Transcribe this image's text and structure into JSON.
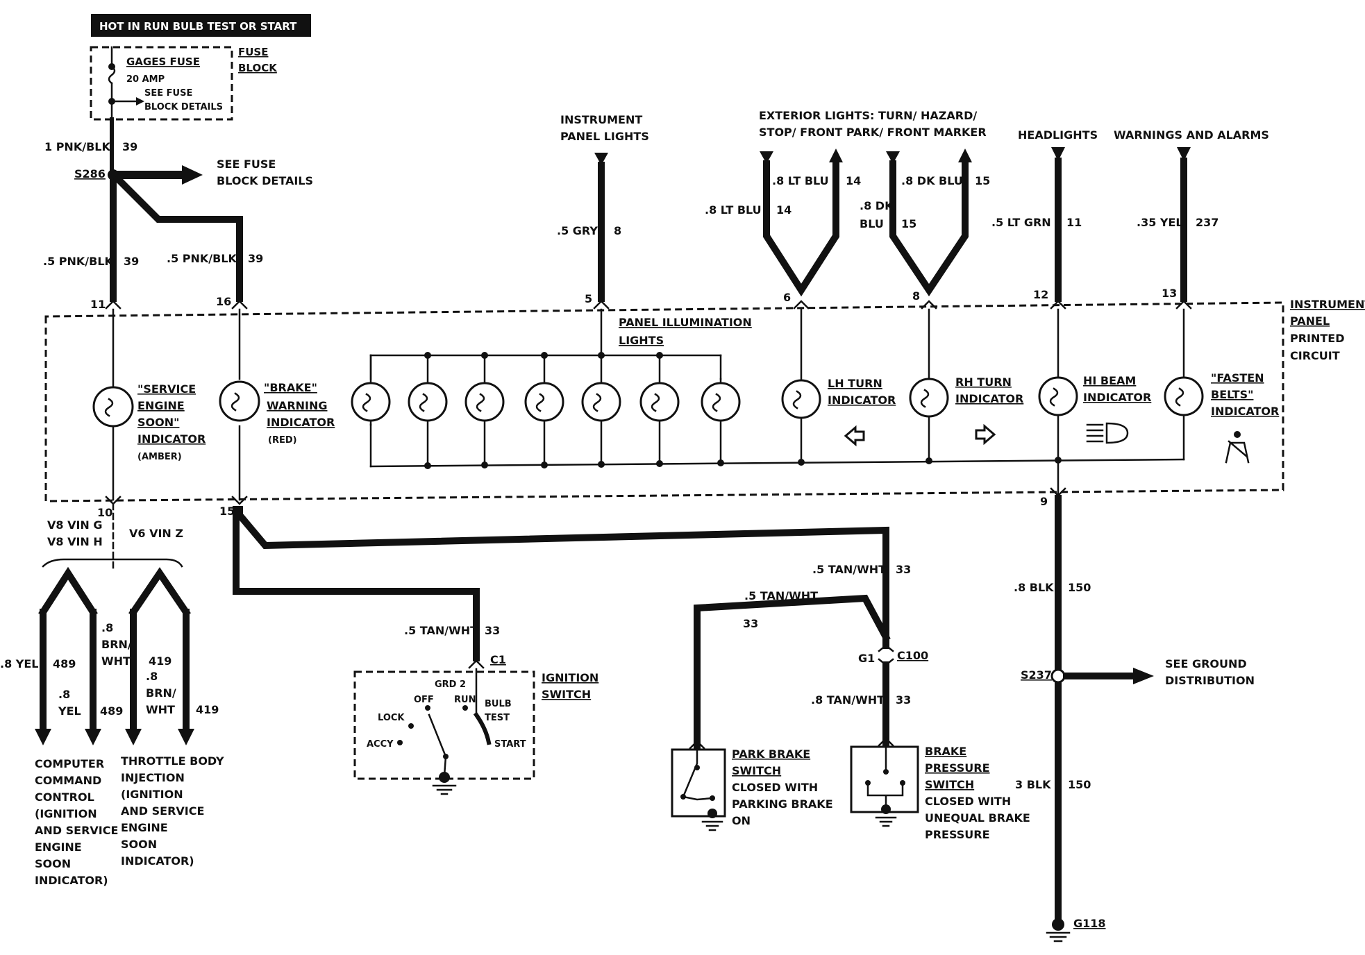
{
  "header_banner": "HOT IN RUN  BULB TEST OR START",
  "fuse": {
    "name": "GAGES FUSE",
    "rating": "20 AMP",
    "see_line1": "SEE FUSE",
    "see_line2": "BLOCK DETAILS",
    "block_line1": "FUSE",
    "block_line2": "BLOCK"
  },
  "wires": {
    "pnk_blk_top": "1 PNK/BLK",
    "pnk_blk_top_num": "39",
    "splice_s286": "S286",
    "see_fuse1": "SEE FUSE",
    "see_fuse2": "BLOCK DETAILS",
    "pnk_blk_left": ".5 PNK/BLK",
    "pnk_blk_left_num": "39",
    "pnk_blk_right": ".5 PNK/BLK",
    "pnk_blk_right_num": "39",
    "gry": ".5 GRY",
    "gry_num": "8",
    "lt_blu_a": ".8 LT BLU",
    "lt_blu_a_num": "14",
    "lt_blu_b": ".8 LT BLU",
    "lt_blu_b_num": "14",
    "dk_blu_a": ".8 DK BLU",
    "dk_blu_a_num": "15",
    "dk_blu_b1": ".8 DK",
    "dk_blu_b2": "BLU",
    "dk_blu_b_num": "15",
    "lt_grn": ".5 LT GRN",
    "lt_grn_num": "11",
    "yel": ".35 YEL",
    "yel_num": "237",
    "tan_wht_c1": ".5 TAN/WHT",
    "tan_wht_c1_num": "33",
    "tan_wht_top": ".5 TAN/WHT",
    "tan_wht_top_num": "33",
    "tan_wht_park": ".5 TAN/WHT",
    "tan_wht_park_num": "33",
    "tan_wht_c100": ".8 TAN/WHT",
    "tan_wht_c100_num": "33",
    "blk_a": ".8 BLK",
    "blk_a_num": "150",
    "blk_b": "3 BLK",
    "blk_b_num": "150",
    "yel_a": ".8 YEL",
    "yel_a_num": "489",
    "yel_b1": ".8",
    "yel_b2": "YEL",
    "yel_b_num": "489",
    "brn_a1": ".8",
    "brn_a2": "BRN/",
    "brn_a3": "WHT",
    "brn_a_num": "419",
    "brn_b1": ".8",
    "brn_b2": "BRN/",
    "brn_b3": "WHT",
    "brn_b_num": "419"
  },
  "top_labels": {
    "ip_lights1": "INSTRUMENT",
    "ip_lights2": "PANEL LIGHTS",
    "ext1": "EXTERIOR LIGHTS: TURN/ HAZARD/",
    "ext2": "STOP/ FRONT PARK/ FRONT MARKER",
    "headlights": "HEADLIGHTS",
    "warnings": "WARNINGS AND ALARMS"
  },
  "pins": {
    "p11": "11",
    "p16": "16",
    "p5": "5",
    "p6": "6",
    "p8": "8",
    "p12": "12",
    "p13": "13",
    "p10": "10",
    "p15": "15",
    "p9": "9"
  },
  "panel": {
    "l1": "INSTRUMENT",
    "l2": "PANEL",
    "l3": "PRINTED",
    "l4": "CIRCUIT"
  },
  "illum": {
    "l1": "PANEL ILLUMINATION",
    "l2": "LIGHTS"
  },
  "indicators": {
    "ses1": "\"SERVICE",
    "ses2": "ENGINE",
    "ses3": "SOON\"",
    "ses4": "INDICATOR",
    "ses5": "(AMBER)",
    "brk1": "\"BRAKE\"",
    "brk2": "WARNING",
    "brk3": "INDICATOR",
    "brk4": "(RED)",
    "lh1": "LH TURN",
    "lh2": "INDICATOR",
    "rh1": "RH TURN",
    "rh2": "INDICATOR",
    "hi1": "HI BEAM",
    "hi2": "INDICATOR",
    "fb1": "\"FASTEN",
    "fb2": "BELTS\"",
    "fb3": "INDICATOR"
  },
  "engines": {
    "v8g": "V8 VIN G",
    "v8h": "V8 VIN H",
    "v6z": "V6 VIN Z"
  },
  "computer": [
    "COMPUTER",
    "COMMAND",
    "CONTROL",
    "(IGNITION",
    "AND SERVICE",
    "ENGINE",
    "SOON",
    "INDICATOR)"
  ],
  "throttle": [
    "THROTTLE BODY",
    "INJECTION",
    "(IGNITION",
    "AND SERVICE",
    "ENGINE",
    "SOON",
    "INDICATOR)"
  ],
  "ignition": {
    "c1": "C1",
    "title1": "IGNITION",
    "title2": "SWITCH",
    "grd": "GRD 2",
    "off": "OFF",
    "run": "RUN",
    "lock": "LOCK",
    "bulb": "BULB",
    "test": "TEST",
    "accy": "ACCY",
    "start": "START"
  },
  "park": {
    "t1": "PARK BRAKE",
    "t2": "SWITCH",
    "d1": "CLOSED WITH",
    "d2": "PARKING BRAKE",
    "d3": "ON"
  },
  "pressure": {
    "g1": "G1",
    "c100": "C100",
    "t1": "BRAKE",
    "t2": "PRESSURE",
    "t3": "SWITCH",
    "d1": "CLOSED WITH",
    "d2": "UNEQUAL BRAKE",
    "d3": "PRESSURE"
  },
  "ground": {
    "s237": "S237",
    "see1": "SEE GROUND",
    "see2": "DISTRIBUTION",
    "g118": "G118"
  }
}
